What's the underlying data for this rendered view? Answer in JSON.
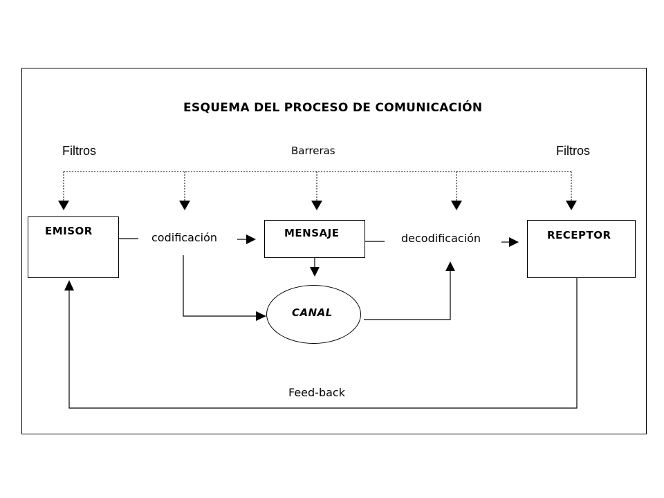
{
  "diagram": {
    "title": "ESQUEMA DEL PROCESO DE COMUNICACIÓN",
    "left_filter": "Filtros",
    "right_filter": "Filtros",
    "barriers": "Barreras",
    "nodes": {
      "emisor": "EMISOR",
      "mensaje": "MENSAJE",
      "receptor": "RECEPTOR",
      "canal": "CANAL"
    },
    "processes": {
      "encoding": "codificación",
      "decoding": "decodificación"
    },
    "feedback": "Feed-back"
  }
}
